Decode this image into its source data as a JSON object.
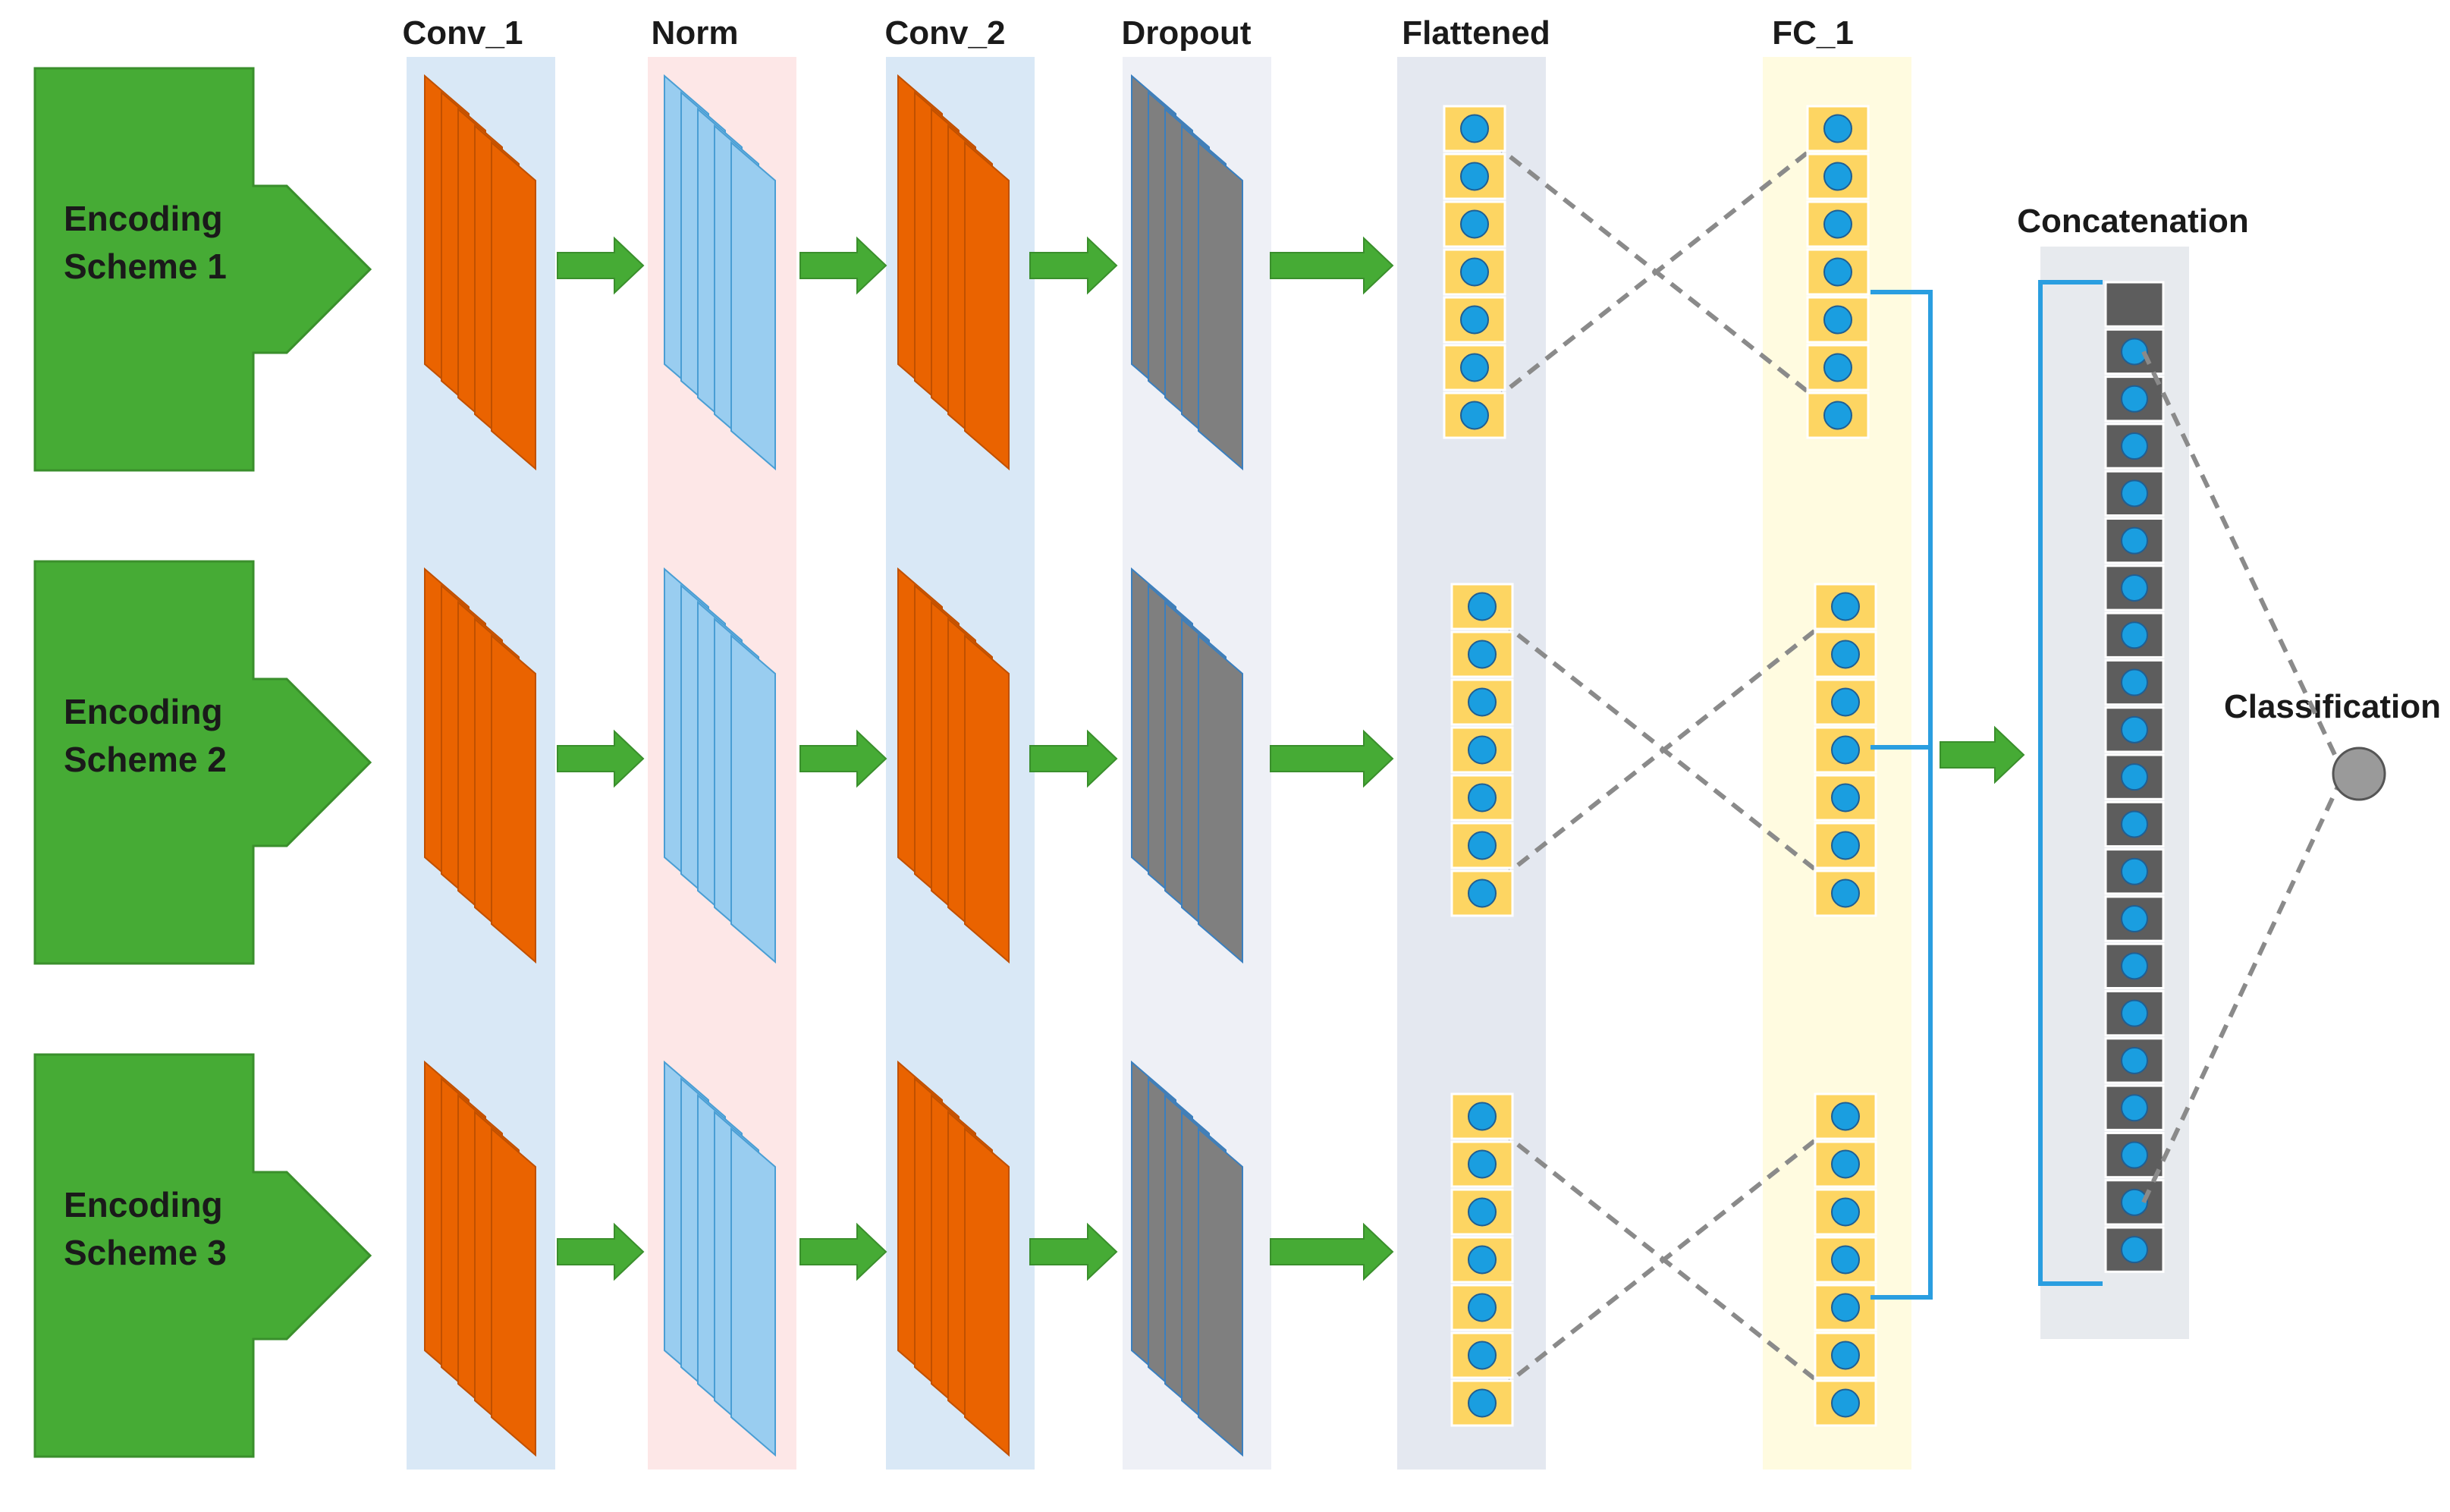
{
  "inputs": [
    {
      "line1": "Encoding",
      "line2": "Scheme 1"
    },
    {
      "line1": "Encoding",
      "line2": "Scheme 2"
    },
    {
      "line1": "Encoding",
      "line2": "Scheme 3"
    }
  ],
  "columns": {
    "conv1": "Conv_1",
    "norm": "Norm",
    "conv2": "Conv_2",
    "dropout": "Dropout",
    "flattened": "Flattened",
    "fc1": "FC_1",
    "concatenation": "Concatenation",
    "classification": "Classification"
  },
  "colors": {
    "arrow_green": "#46ab35",
    "arrow_green_dark": "#3a8f2c",
    "conv_orange": "#ea6300",
    "norm_blue": "#99cdf0",
    "dropout_gray": "#7f7f7f",
    "neuron_blue": "#1a9ee0",
    "neuron_cell": "#fdd562",
    "concat_cell": "#5d5d5d",
    "connector_blue": "#2a9ee0",
    "dash_gray": "#8a8a8a",
    "band_conv": "#d9e8f6",
    "band_norm": "#fde7e7",
    "band_dropout": "#eef0f6",
    "band_flat": "#e4e8f0",
    "band_fc": "#fffbe0",
    "band_concat": "#e7eaee"
  },
  "neurons_per_vector": 7,
  "concat_cells": 21
}
